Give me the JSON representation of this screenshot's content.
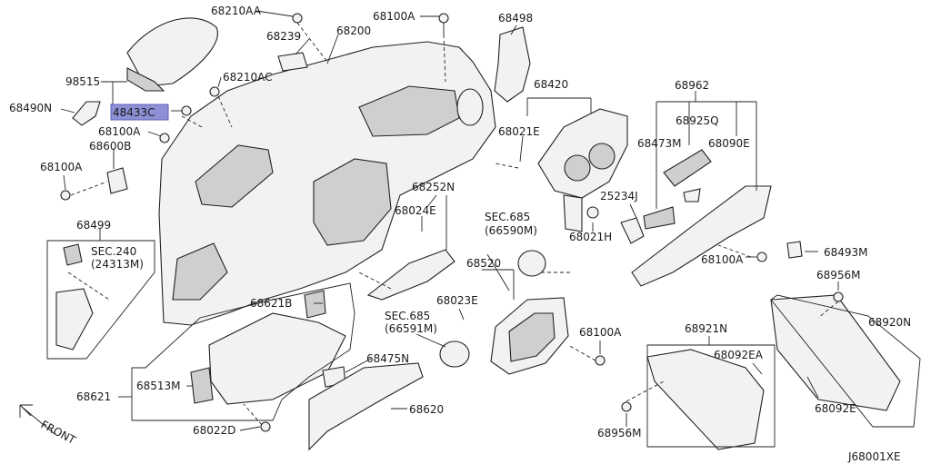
{
  "labels": {
    "p68210AA": "68210AA",
    "p68100A_top": "68100A",
    "p68498": "68498",
    "p68239": "68239",
    "p68200": "68200",
    "p98515": "98515",
    "p68210AC": "68210AC",
    "p68490N": "68490N",
    "p48433C": "48433C",
    "p68100A_left": "68100A",
    "p68600B": "68600B",
    "p68100A_left2": "68100A",
    "p68499": "68499",
    "sec240": "SEC.240",
    "sec240_ref": "(24313M)",
    "p68420": "68420",
    "p68021E": "68021E",
    "p68252N": "68252N",
    "p68024E": "68024E",
    "sec685a": "SEC.685",
    "sec685a_ref": "(66590M)",
    "p68520": "68520",
    "p68023E": "68023E",
    "sec685b": "SEC.685",
    "sec685b_ref": "(66591M)",
    "p68621B": "68621B",
    "p68962": "68962",
    "p68925Q": "68925Q",
    "p68473M": "68473M",
    "p68090E": "68090E",
    "p25234J": "25234J",
    "p68021H": "68021H",
    "p68493M": "68493M",
    "p68100A_right": "68100A",
    "p68956M_top": "68956M",
    "p68920N": "68920N",
    "p68921N": "68921N",
    "p68092EA": "68092EA",
    "p68092E": "68092E",
    "p68956M_bot": "68956M",
    "p68100A_mid": "68100A",
    "p68475N": "68475N",
    "p68621": "68621",
    "p68513M": "68513M",
    "p68620": "68620",
    "p68022D": "68022D",
    "front": "FRONT",
    "diagram_code": "J68001XE"
  },
  "colors": {
    "highlight": "#8e90d6",
    "ink": "#222222"
  },
  "highlighted_part": "48433C"
}
